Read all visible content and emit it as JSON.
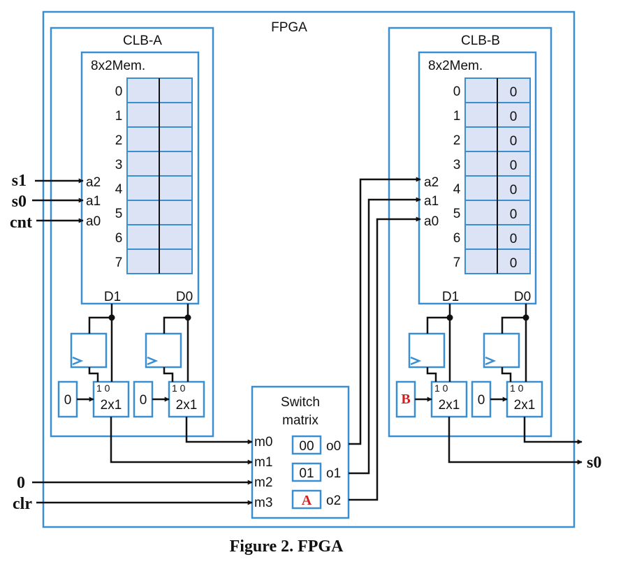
{
  "fpga": {
    "label": "FPGA"
  },
  "clb_a": {
    "label": "CLB-A",
    "mem_label": "8x2Mem.",
    "rows": [
      "0",
      "1",
      "2",
      "3",
      "4",
      "5",
      "6",
      "7"
    ],
    "addr_labels": [
      "a2",
      "a1",
      "a0"
    ],
    "data_labels": [
      "D1",
      "D0"
    ],
    "inputs": [
      "s1",
      "s0",
      "cnt"
    ],
    "mux_const": [
      "0",
      "0"
    ]
  },
  "clb_b": {
    "label": "CLB-B",
    "mem_label": "8x2Mem.",
    "rows": [
      "0",
      "1",
      "2",
      "3",
      "4",
      "5",
      "6",
      "7"
    ],
    "d0_values": [
      "0",
      "0",
      "0",
      "0",
      "0",
      "0",
      "0",
      "0"
    ],
    "addr_labels": [
      "a2",
      "a1",
      "a0"
    ],
    "data_labels": [
      "D1",
      "D0"
    ],
    "mux_const": [
      "B",
      "0"
    ]
  },
  "mux": {
    "label": "2x1",
    "sel_labels": "1 0"
  },
  "switch": {
    "title_line1": "Switch",
    "title_line2": "matrix",
    "inputs": [
      "m0",
      "m1",
      "m2",
      "m3"
    ],
    "outputs": [
      "o0",
      "o1",
      "o2"
    ],
    "configs": [
      "00",
      "01",
      "A"
    ]
  },
  "external": {
    "in_zero": "0",
    "in_clr": "clr",
    "out_s0": "s0"
  },
  "caption": "Figure 2. FPGA"
}
